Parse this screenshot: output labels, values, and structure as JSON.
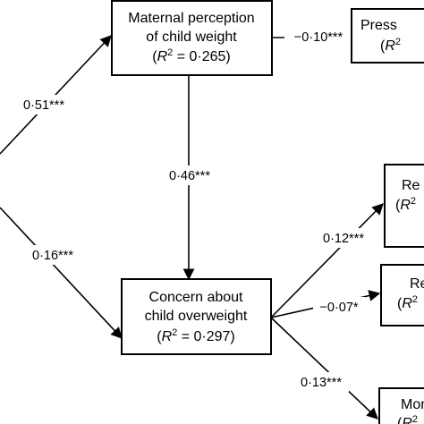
{
  "nodes": {
    "maternal_perception": {
      "line1": "Maternal perception",
      "line2": "of child weight",
      "r2_prefix": "(",
      "r2_symbol": "R",
      "r2_exp": "2",
      "r2_value": " = 0·265)"
    },
    "concern_overweight": {
      "line1": "Concern about",
      "line2": "child overweight",
      "r2_prefix": "(",
      "r2_symbol": "R",
      "r2_exp": "2",
      "r2_value": " = 0·297)"
    },
    "pressure": {
      "line1": "Press",
      "r2_prefix": "(",
      "r2_symbol": "R",
      "r2_exp": "2",
      "r2_value": ""
    },
    "restriction": {
      "line1": "Re",
      "r2_prefix": "(",
      "r2_symbol": "R",
      "r2_exp": "2"
    },
    "reward": {
      "line1": "Re",
      "r2_prefix": "(",
      "r2_symbol": "R",
      "r2_exp": "2"
    },
    "monitoring": {
      "line1": "Mon",
      "r2_prefix": "(",
      "r2_symbol": "R",
      "r2_exp": "2"
    }
  },
  "paths": {
    "input_to_perception": "0·51***",
    "input_to_concern": "0·16***",
    "perception_to_concern": "0·46***",
    "perception_to_pressure": "−0·10***",
    "concern_to_restriction": "0·12***",
    "concern_to_reward": "−0·07*",
    "concern_to_monitoring": "0·13***"
  }
}
